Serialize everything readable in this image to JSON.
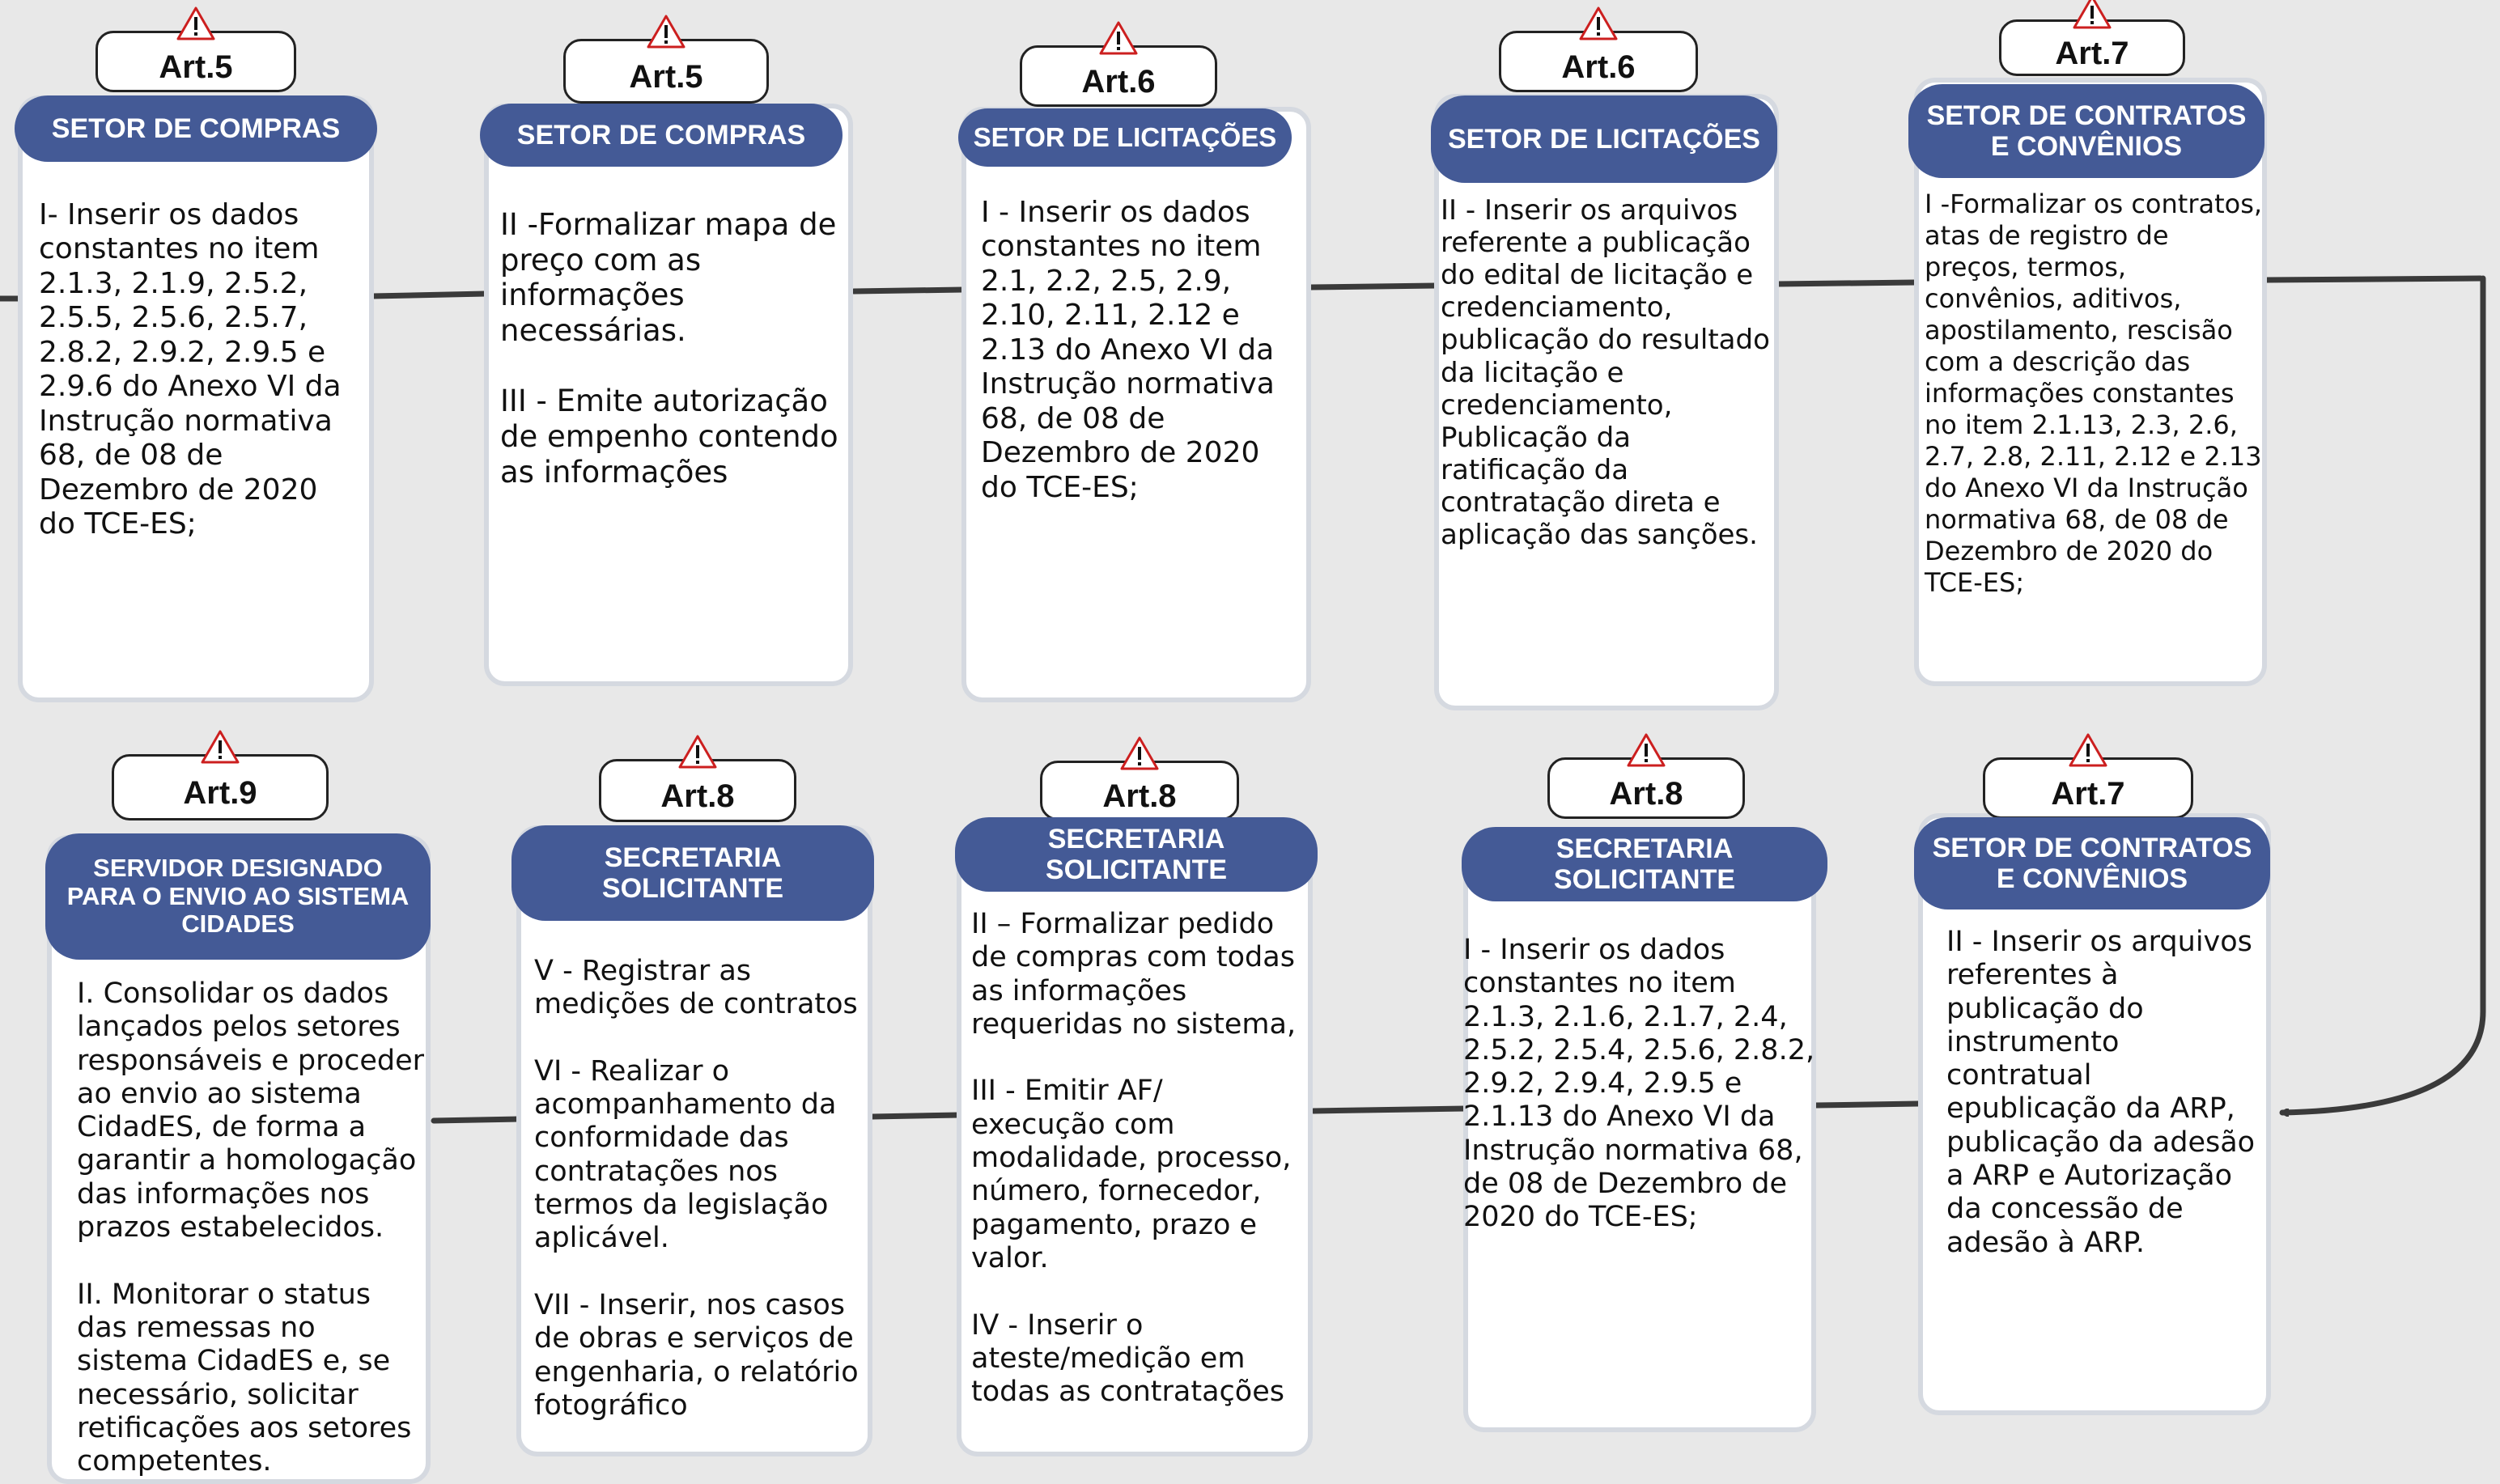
{
  "steps": [
    {
      "tag": "Art.5",
      "header": "SETOR DE COMPRAS",
      "body": "I- Inserir os dados constantes no item 2.1.3, 2.1.9, 2.5.2, 2.5.5, 2.5.6, 2.5.7, 2.8.2, 2.9.2, 2.9.5 e 2.9.6 do Anexo VI da Instrução normativa 68, de 08 de Dezembro de 2020 do TCE-ES;"
    },
    {
      "tag": "Art.5",
      "header": "SETOR DE COMPRAS",
      "body": "II -Formalizar mapa de preço com as informações necessárias.\n\nIII - Emite autorização de empenho contendo as informações"
    },
    {
      "tag": "Art.6",
      "header": "SETOR DE LICITAÇÕES",
      "body": " I - Inserir os dados constantes no item 2.1, 2.2, 2.5, 2.9, 2.10, 2.11, 2.12 e 2.13 do Anexo VI da Instrução normativa 68, de 08 de Dezembro de 2020 do TCE-ES;"
    },
    {
      "tag": "Art.6",
      "header": "SETOR DE LICITAÇÕES",
      "body": "II - Inserir os arquivos referente a publicação do edital de licitação e credenciamento, publicação do resultado da licitação e credenciamento, Publicação da ratificação da contratação direta e aplicação das sanções."
    },
    {
      "tag": "Art.7",
      "header": "SETOR DE CONTRATOS E CONVÊNIOS",
      "body": " I -Formalizar os contratos, atas de registro de preços, termos, convênios, aditivos, apostilamento, rescisão com a descrição das informações constantes no item 2.1.13, 2.3, 2.6, 2.7, 2.8, 2.11, 2.12 e 2.13 do Anexo VI da Instrução normativa 68, de 08 de Dezembro de 2020 do TCE-ES;"
    },
    {
      "tag": "Art.7",
      "header": "SETOR DE CONTRATOS E CONVÊNIOS",
      "body": " II - Inserir os arquivos referentes à publicação do instrumento contratual epublicação da ARP, publicação da adesão a ARP e Autorização da concessão de adesão à ARP."
    },
    {
      "tag": "Art.8",
      "header": "SECRETARIA SOLICITANTE",
      "body": "I - Inserir os dados constantes no item 2.1.3, 2.1.6, 2.1.7, 2.4, 2.5.2, 2.5.4, 2.5.6, 2.8.2, 2.9.2, 2.9.4, 2.9.5 e 2.1.13 do Anexo VI da Instrução normativa 68, de 08 de Dezembro de 2020 do TCE-ES;"
    },
    {
      "tag": "Art.8",
      "header": "SECRETARIA SOLICITANTE",
      "body": " II – Formalizar pedido de compras com todas as informações requeridas no sistema,\n\n III - Emitir AF/ execução com modalidade, processo, número, fornecedor, pagamento, prazo e valor.\n\nIV - Inserir o ateste/medição em todas as contratações"
    },
    {
      "tag": "Art.8",
      "header": "SECRETARIA SOLICITANTE",
      "body": " V - Registrar as medições de contratos\n\n VI - Realizar o acompanhamento da conformidade das contratações nos termos da legislação aplicável.\n\n VII - Inserir, nos casos de obras e serviços de engenharia, o relatório fotográfico"
    },
    {
      "tag": "Art.9",
      "header": "SERVIDOR DESIGNADO PARA O ENVIO AO SISTEMA CIDADES",
      "body": " I. Consolidar os dados lançados pelos setores responsáveis e proceder ao envio ao sistema CidadES, de forma a garantir a homologação das informações nos prazos estabelecidos.\n\n II. Monitorar o status das remessas no sistema CidadES e, se necessário, solicitar retificações aos setores competentes."
    }
  ],
  "colors": {
    "background": "#e8e8e8",
    "header": "#445a96",
    "card_border": "#d5d9e0",
    "connector": "#3a3a3a",
    "warning_red": "#cc1f1f"
  },
  "icons": {
    "tag_marker": "warning-triangle-icon"
  }
}
